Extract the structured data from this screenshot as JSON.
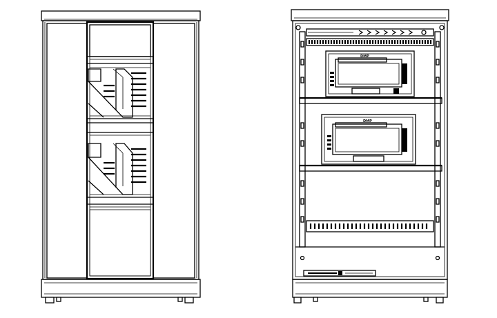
{
  "cabinet_front": {
    "module_count": 2
  },
  "cabinet_back": {
    "unit_label_top": "DMP",
    "unit_label_bottom": "DMP"
  }
}
